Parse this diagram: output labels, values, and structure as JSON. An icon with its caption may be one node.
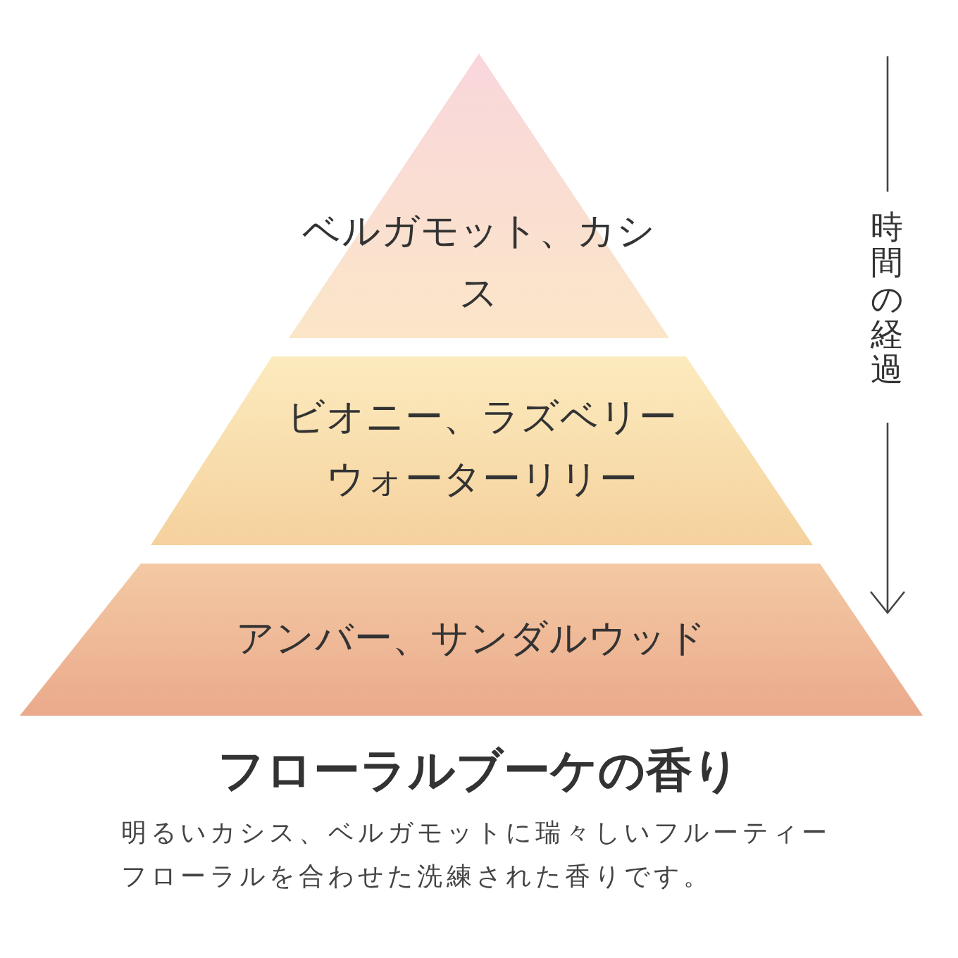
{
  "diagram": {
    "title": "フローラルブーケの香り",
    "caption": "明るいカシス、ベルガモットに瑞々しいフルーティーフローラルを合わせた洗練された香りです。",
    "nodes": [
      {
        "text": [
          "ベルガモット、カシス"
        ]
      },
      {
        "text": [
          "ビオニー、ラズベリーウォーターリリー"
        ]
      },
      {
        "text": [
          "アンバー、サンダルウッド"
        ]
      }
    ],
    "labels": [
      "時間の経過"
    ]
  }
}
